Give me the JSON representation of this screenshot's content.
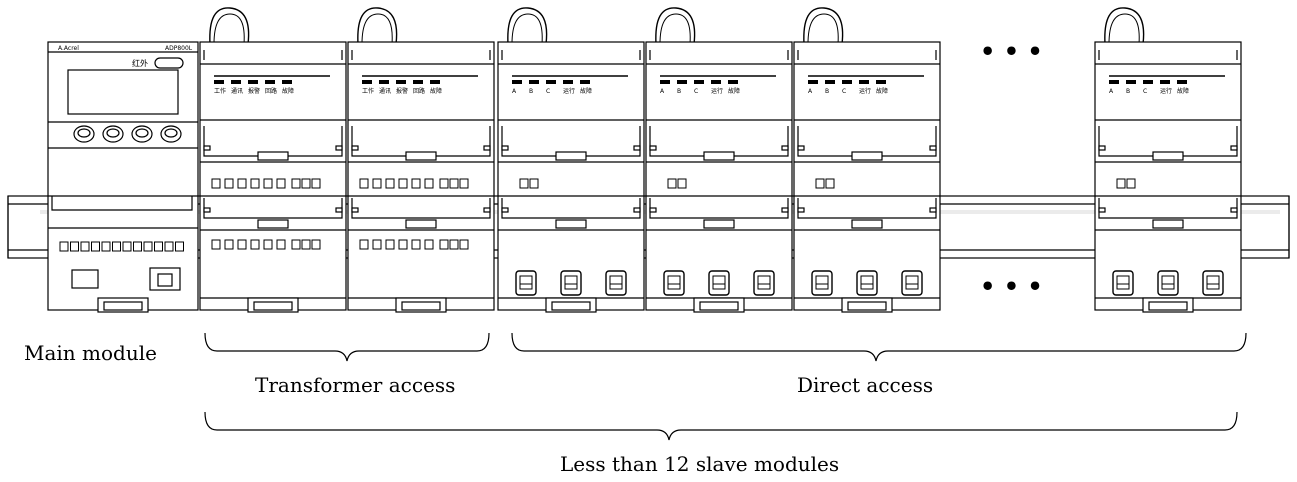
{
  "main_module": {
    "brand": "A.Acrel",
    "model": "ADP800L",
    "ir_label": "红外",
    "label": "Main module"
  },
  "transformer_modules": {
    "led_labels": [
      "工作",
      "通讯",
      "报警",
      "回路",
      "故障"
    ]
  },
  "direct_modules": {
    "led_labels": [
      "A",
      "B",
      "C",
      "运行",
      "故障"
    ]
  },
  "ellipsis": "• • •",
  "groups": {
    "transformer_access": "Transformer access",
    "direct_access": "Direct access",
    "slave_total": "Less than 12 slave modules"
  }
}
